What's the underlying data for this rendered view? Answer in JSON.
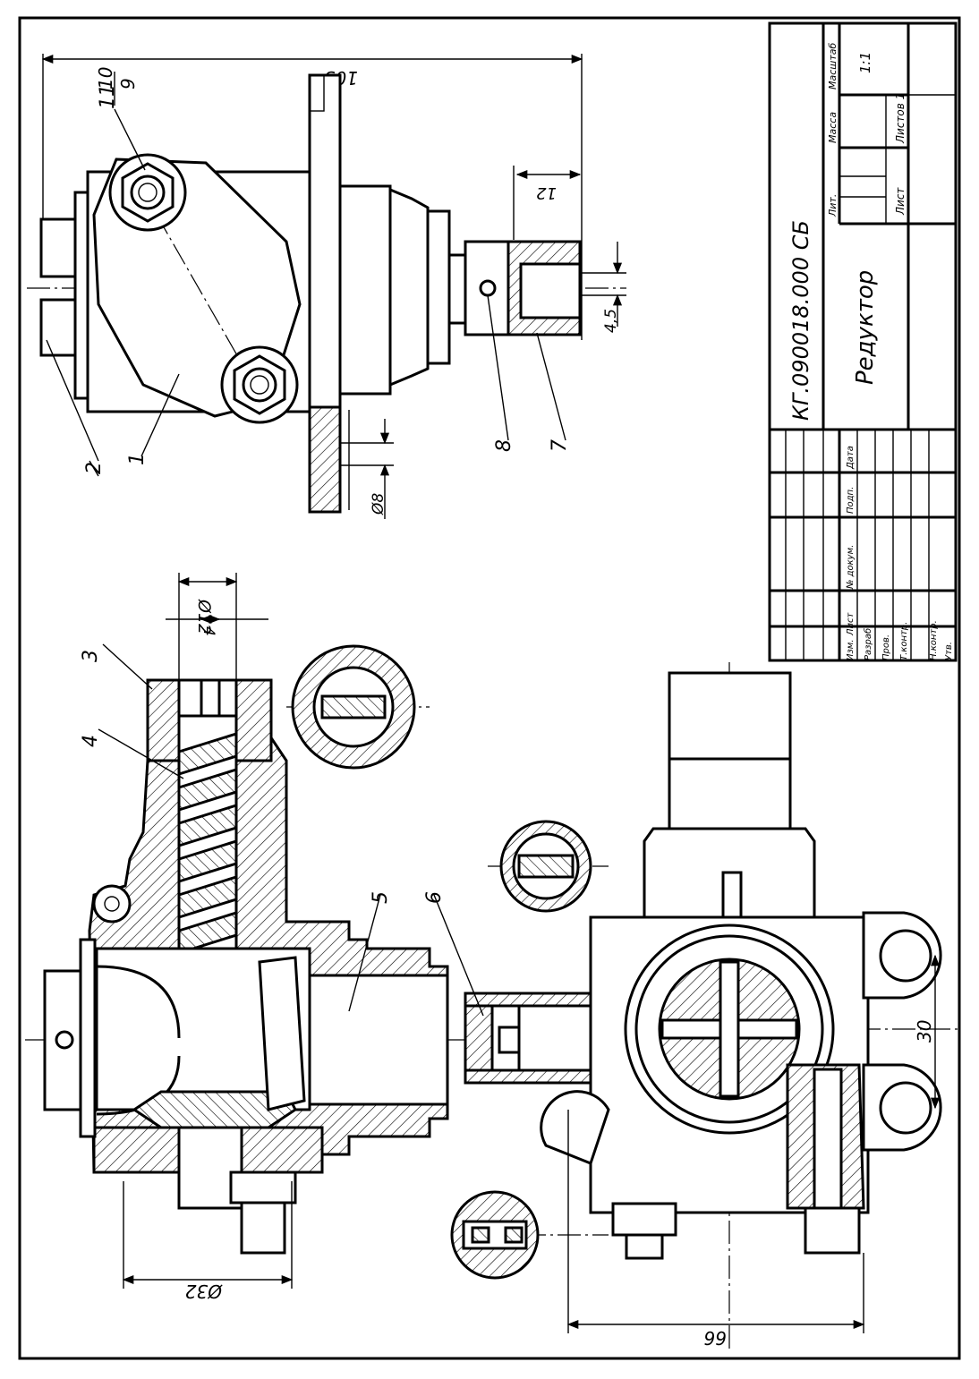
{
  "title_block": {
    "designation": "КГ.090018.000 СБ",
    "name": "Редуктор",
    "col_lit": "Лит.",
    "col_mass": "Масса",
    "col_scale": "Масштаб",
    "scale": "1:1",
    "sheet": "Лист",
    "sheets": "Листов 1",
    "hdr_izm": "Изм.",
    "hdr_list": "Лист",
    "hdr_doc": "№ докум.",
    "hdr_sign": "Подп.",
    "hdr_date": "Дата",
    "row_razrab": "Разраб.",
    "row_prov": "Пров.",
    "row_tkontr": "Т.контр.",
    "row_nkontr": "Н.контр.",
    "row_utv": "Утв."
  },
  "dimensions": {
    "d105": "105",
    "d12": "12",
    "d45": "4,5",
    "d8": "Ø8",
    "d12dia": "Ø12",
    "d4": "4",
    "d32": "Ø32",
    "d66": "66",
    "d30": "30"
  },
  "callouts": {
    "p1": "1",
    "p2": "2",
    "p3": "3",
    "p4": "4",
    "p5": "5",
    "p6": "6",
    "p7": "7",
    "p8": "8",
    "p9": "9",
    "p10": "10",
    "p11": "11"
  }
}
